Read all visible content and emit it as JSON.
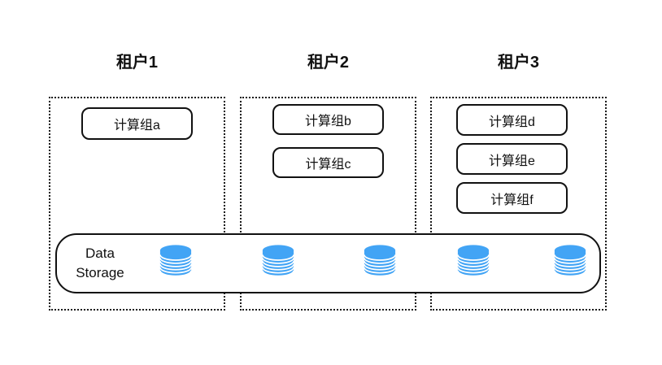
{
  "diagram": {
    "tenants": [
      {
        "title": "租户1",
        "groups": [
          {
            "label": "计算组a"
          }
        ]
      },
      {
        "title": "租户2",
        "groups": [
          {
            "label": "计算组b"
          },
          {
            "label": "计算组c"
          }
        ]
      },
      {
        "title": "租户3",
        "groups": [
          {
            "label": "计算组d"
          },
          {
            "label": "计算组e"
          },
          {
            "label": "计算组f"
          }
        ]
      }
    ],
    "storage": {
      "label": "Data Storage",
      "database_icon": "database-cylinder-icon",
      "database_icon_count": 5
    },
    "colors": {
      "database_blue": "#42A4F5",
      "line_black": "#111111",
      "background": "#ffffff"
    }
  }
}
